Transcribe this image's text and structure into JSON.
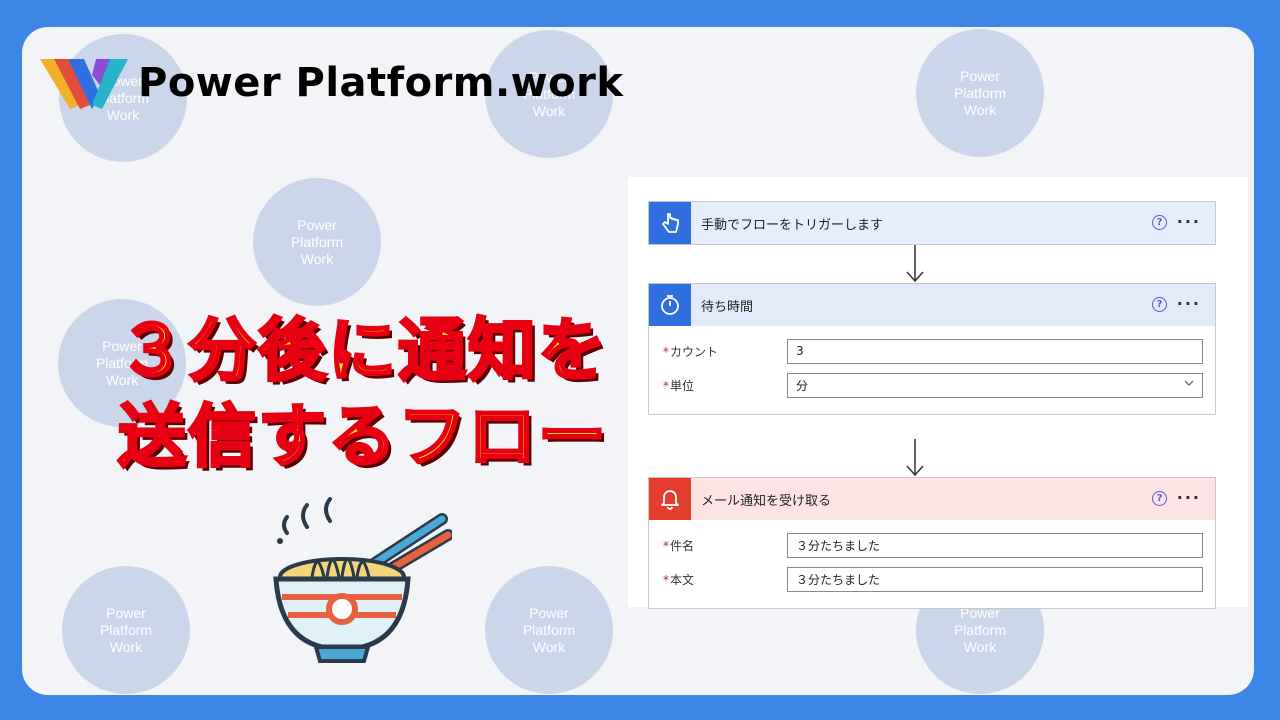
{
  "watermark": {
    "line1": "Power",
    "line2": "Platform",
    "line3": "Work"
  },
  "brand": {
    "name": "Power Platform.work"
  },
  "headline": {
    "line1": "３分後に通知を",
    "line2": "送信するフロー"
  },
  "colors": {
    "background": "#3d86e6",
    "headline_fill": "#ffe81a",
    "headline_stroke": "#e60012",
    "trigger_header": "#e6eefb",
    "trigger_icon": "#2f6fe0",
    "delay_header": "#e3ebfb",
    "delay_icon": "#2f6fe0",
    "notify_header": "#fde3e3",
    "notify_icon": "#e23d2e"
  },
  "flow": {
    "trigger": {
      "title": "手動でフローをトリガーします",
      "icon": "hand-pointer-icon"
    },
    "delay": {
      "title": "待ち時間",
      "icon": "timer-icon",
      "fields": {
        "count_label": "カウント",
        "count_value": "3",
        "unit_label": "単位",
        "unit_value": "分"
      }
    },
    "notify": {
      "title": "メール通知を受け取る",
      "icon": "bell-icon",
      "fields": {
        "subject_label": "件名",
        "subject_value": "３分たちました",
        "body_label": "本文",
        "body_value": "３分たちました"
      }
    },
    "help_glyph": "?",
    "more_glyph": "···",
    "required_mark": "*"
  }
}
